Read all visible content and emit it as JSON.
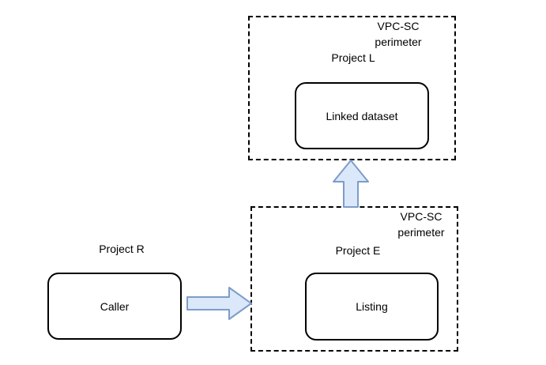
{
  "diagram": {
    "background": "#ffffff",
    "colors": {
      "arrow_fill": "#dae8fa",
      "arrow_stroke": "#7e9cc9",
      "node_border": "#000000",
      "perimeter_border": "#000000",
      "text": "#000000"
    },
    "perimeter_top": {
      "label": "VPC-SC\nperimeter",
      "project": "Project L",
      "node": "Linked dataset"
    },
    "perimeter_bottom": {
      "label": "VPC-SC\nperimeter",
      "project": "Project E",
      "node": "Listing"
    },
    "external": {
      "project": "Project R",
      "node": "Caller"
    },
    "connections": [
      {
        "from": "Caller",
        "to": "Listing",
        "direction": "right"
      },
      {
        "from": "Listing",
        "to": "Linked dataset",
        "direction": "up"
      }
    ]
  }
}
